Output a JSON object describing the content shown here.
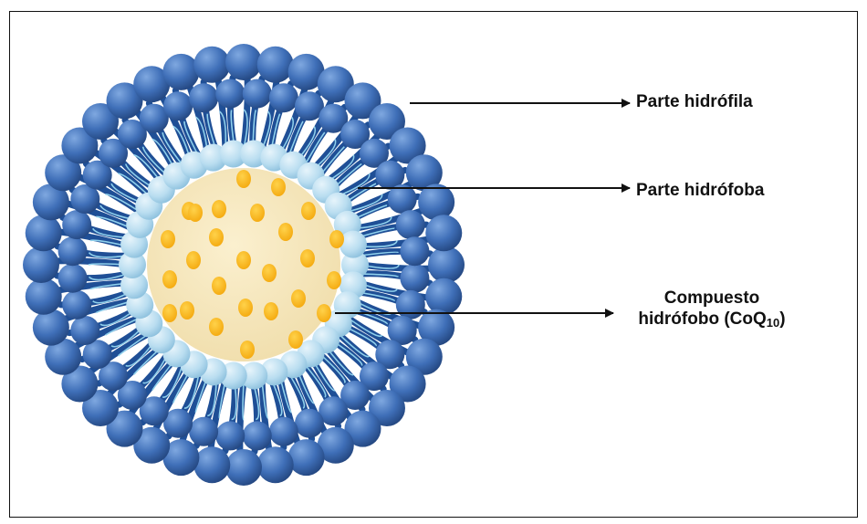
{
  "labels": {
    "hydrophilic": "Parte hidrófila",
    "hydrophobic": "Parte hidrófoba",
    "compound_line1": "Compuesto",
    "compound_line2_prefix": "hidrófobo (CoQ",
    "compound_subscript": "10",
    "compound_line2_suffix": ")"
  },
  "icons": {
    "micelle": "micelle-icon",
    "arrow": "arrow-right-icon"
  },
  "colors": {
    "outer_head": "#3f6fb8",
    "outer_head_light": "#6f9ad6",
    "tail_dark": "#1f4f96",
    "tail_light": "#8fd0ec",
    "inner_head": "#b9ddf0",
    "core": "#f6e6b8",
    "drug": "#f7b81a"
  },
  "structure": {
    "outer_heads": 40,
    "inner_heads": 34,
    "drug_particles": 27
  }
}
